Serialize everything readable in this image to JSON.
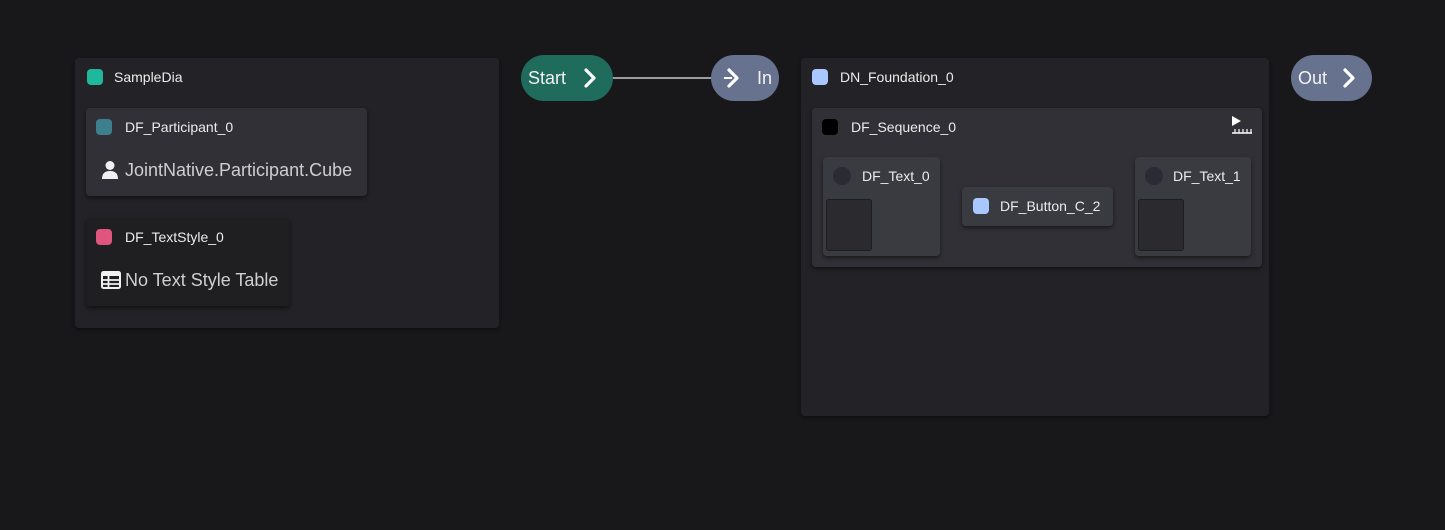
{
  "sample_dia": {
    "title": "SampleDia",
    "color": "#1fb89a",
    "participant": {
      "title": "DF_Participant_0",
      "color": "#3d7f8c",
      "value": "JointNative.Participant.Cube",
      "icon": "person-icon"
    },
    "text_style": {
      "title": "DF_TextStyle_0",
      "color": "#e0557e",
      "value": "No Text Style Table",
      "icon": "table-icon"
    }
  },
  "start_pin": {
    "label": "Start",
    "color": "#1f6b5c"
  },
  "in_pin": {
    "label": "In",
    "color": "#66728e"
  },
  "out_pin": {
    "label": "Out",
    "color": "#66728e"
  },
  "foundation": {
    "title": "DN_Foundation_0",
    "color": "#a8c8ff",
    "sequence": {
      "title": "DF_Sequence_0",
      "color": "#000000",
      "icon": "play-timeline-icon",
      "text0": {
        "title": "DF_Text_0",
        "color": "#2b2b35"
      },
      "button": {
        "title": "DF_Button_C_2",
        "color": "#a8c8ff"
      },
      "text1": {
        "title": "DF_Text_1",
        "color": "#2b2b35"
      }
    }
  }
}
